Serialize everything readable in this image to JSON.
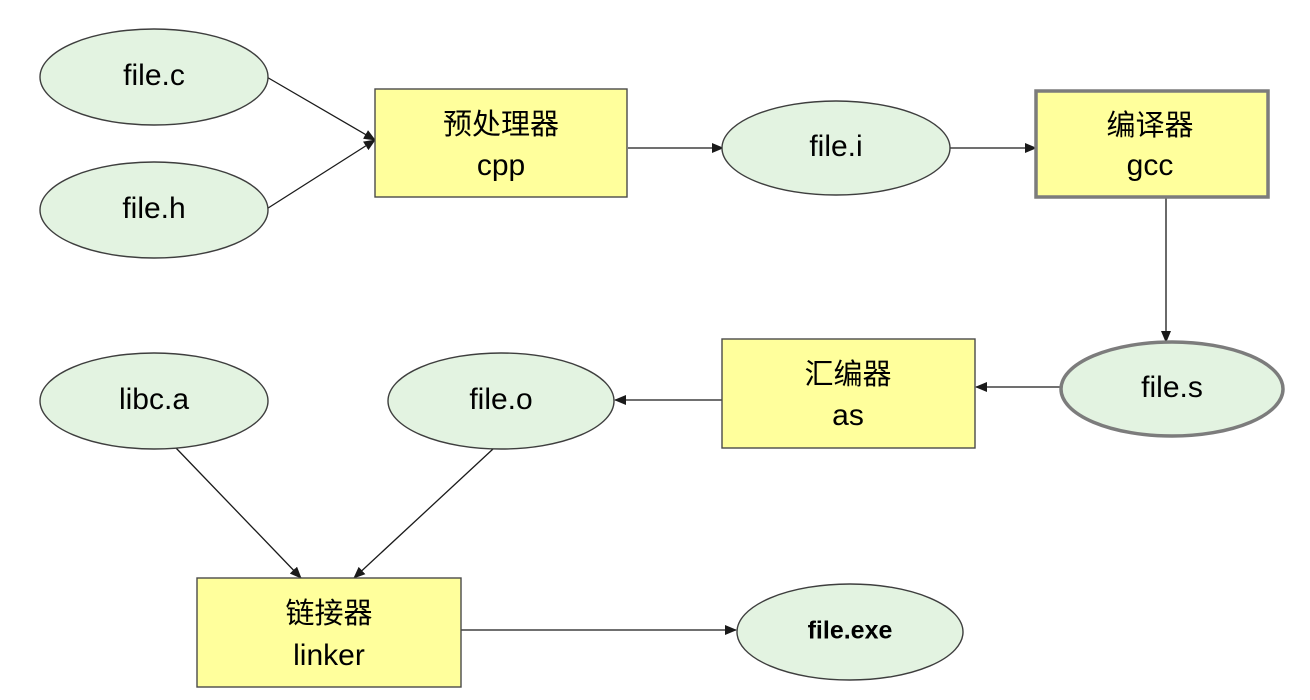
{
  "nodes": {
    "file_c": "file.c",
    "file_h": "file.h",
    "preprocessor": {
      "title": "预处理器",
      "tool": "cpp"
    },
    "file_i": "file.i",
    "compiler": {
      "title": "编译器",
      "tool": "gcc"
    },
    "file_s": "file.s",
    "assembler": {
      "title": "汇编器",
      "tool": "as"
    },
    "file_o": "file.o",
    "libc_a": "libc.a",
    "linker": {
      "title": "链接器",
      "tool": "linker"
    },
    "file_exe": "file.exe"
  },
  "colors": {
    "file_fill": "#e3f3e1",
    "tool_fill": "#ffff9c",
    "edge": "#1a1a1a"
  }
}
